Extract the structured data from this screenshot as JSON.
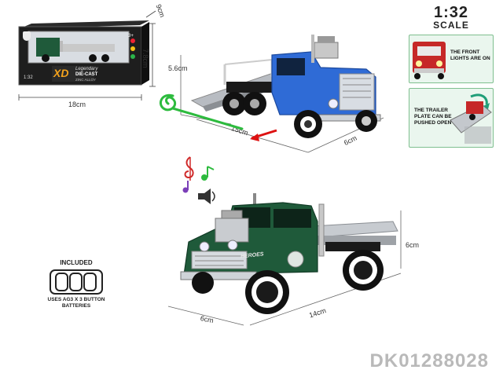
{
  "package": {
    "brand_line1": "Legendary",
    "brand_line2": "DIE-CAST",
    "brand_line3": "ZINC ALLOY",
    "logo_letters": "XD",
    "scale_text": "1:32",
    "badge_age": "3+",
    "width_label": "18cm",
    "height_label": "7.8cm",
    "depth_label": "9cm"
  },
  "scale": {
    "ratio": "1:32",
    "word": "SCALE"
  },
  "callouts": [
    {
      "text": "THE FRONT LIGHTS ARE ON"
    },
    {
      "text": "THE TRAILER PLATE CAN BE PUSHED OPEN"
    }
  ],
  "blue_truck": {
    "height_label": "5.6cm",
    "length_label": "15cm",
    "width_label": "6cm",
    "color": "#2f6bd6"
  },
  "green_truck": {
    "height_label": "6cm",
    "length_label": "14cm",
    "width_label": "6cm",
    "door_text": "HEROES",
    "color": "#1f5a3a"
  },
  "battery": {
    "title": "INCLUDED",
    "note": "USES AG3 X 3 BUTTON BATTERIES"
  },
  "product_code": "DK01288028"
}
